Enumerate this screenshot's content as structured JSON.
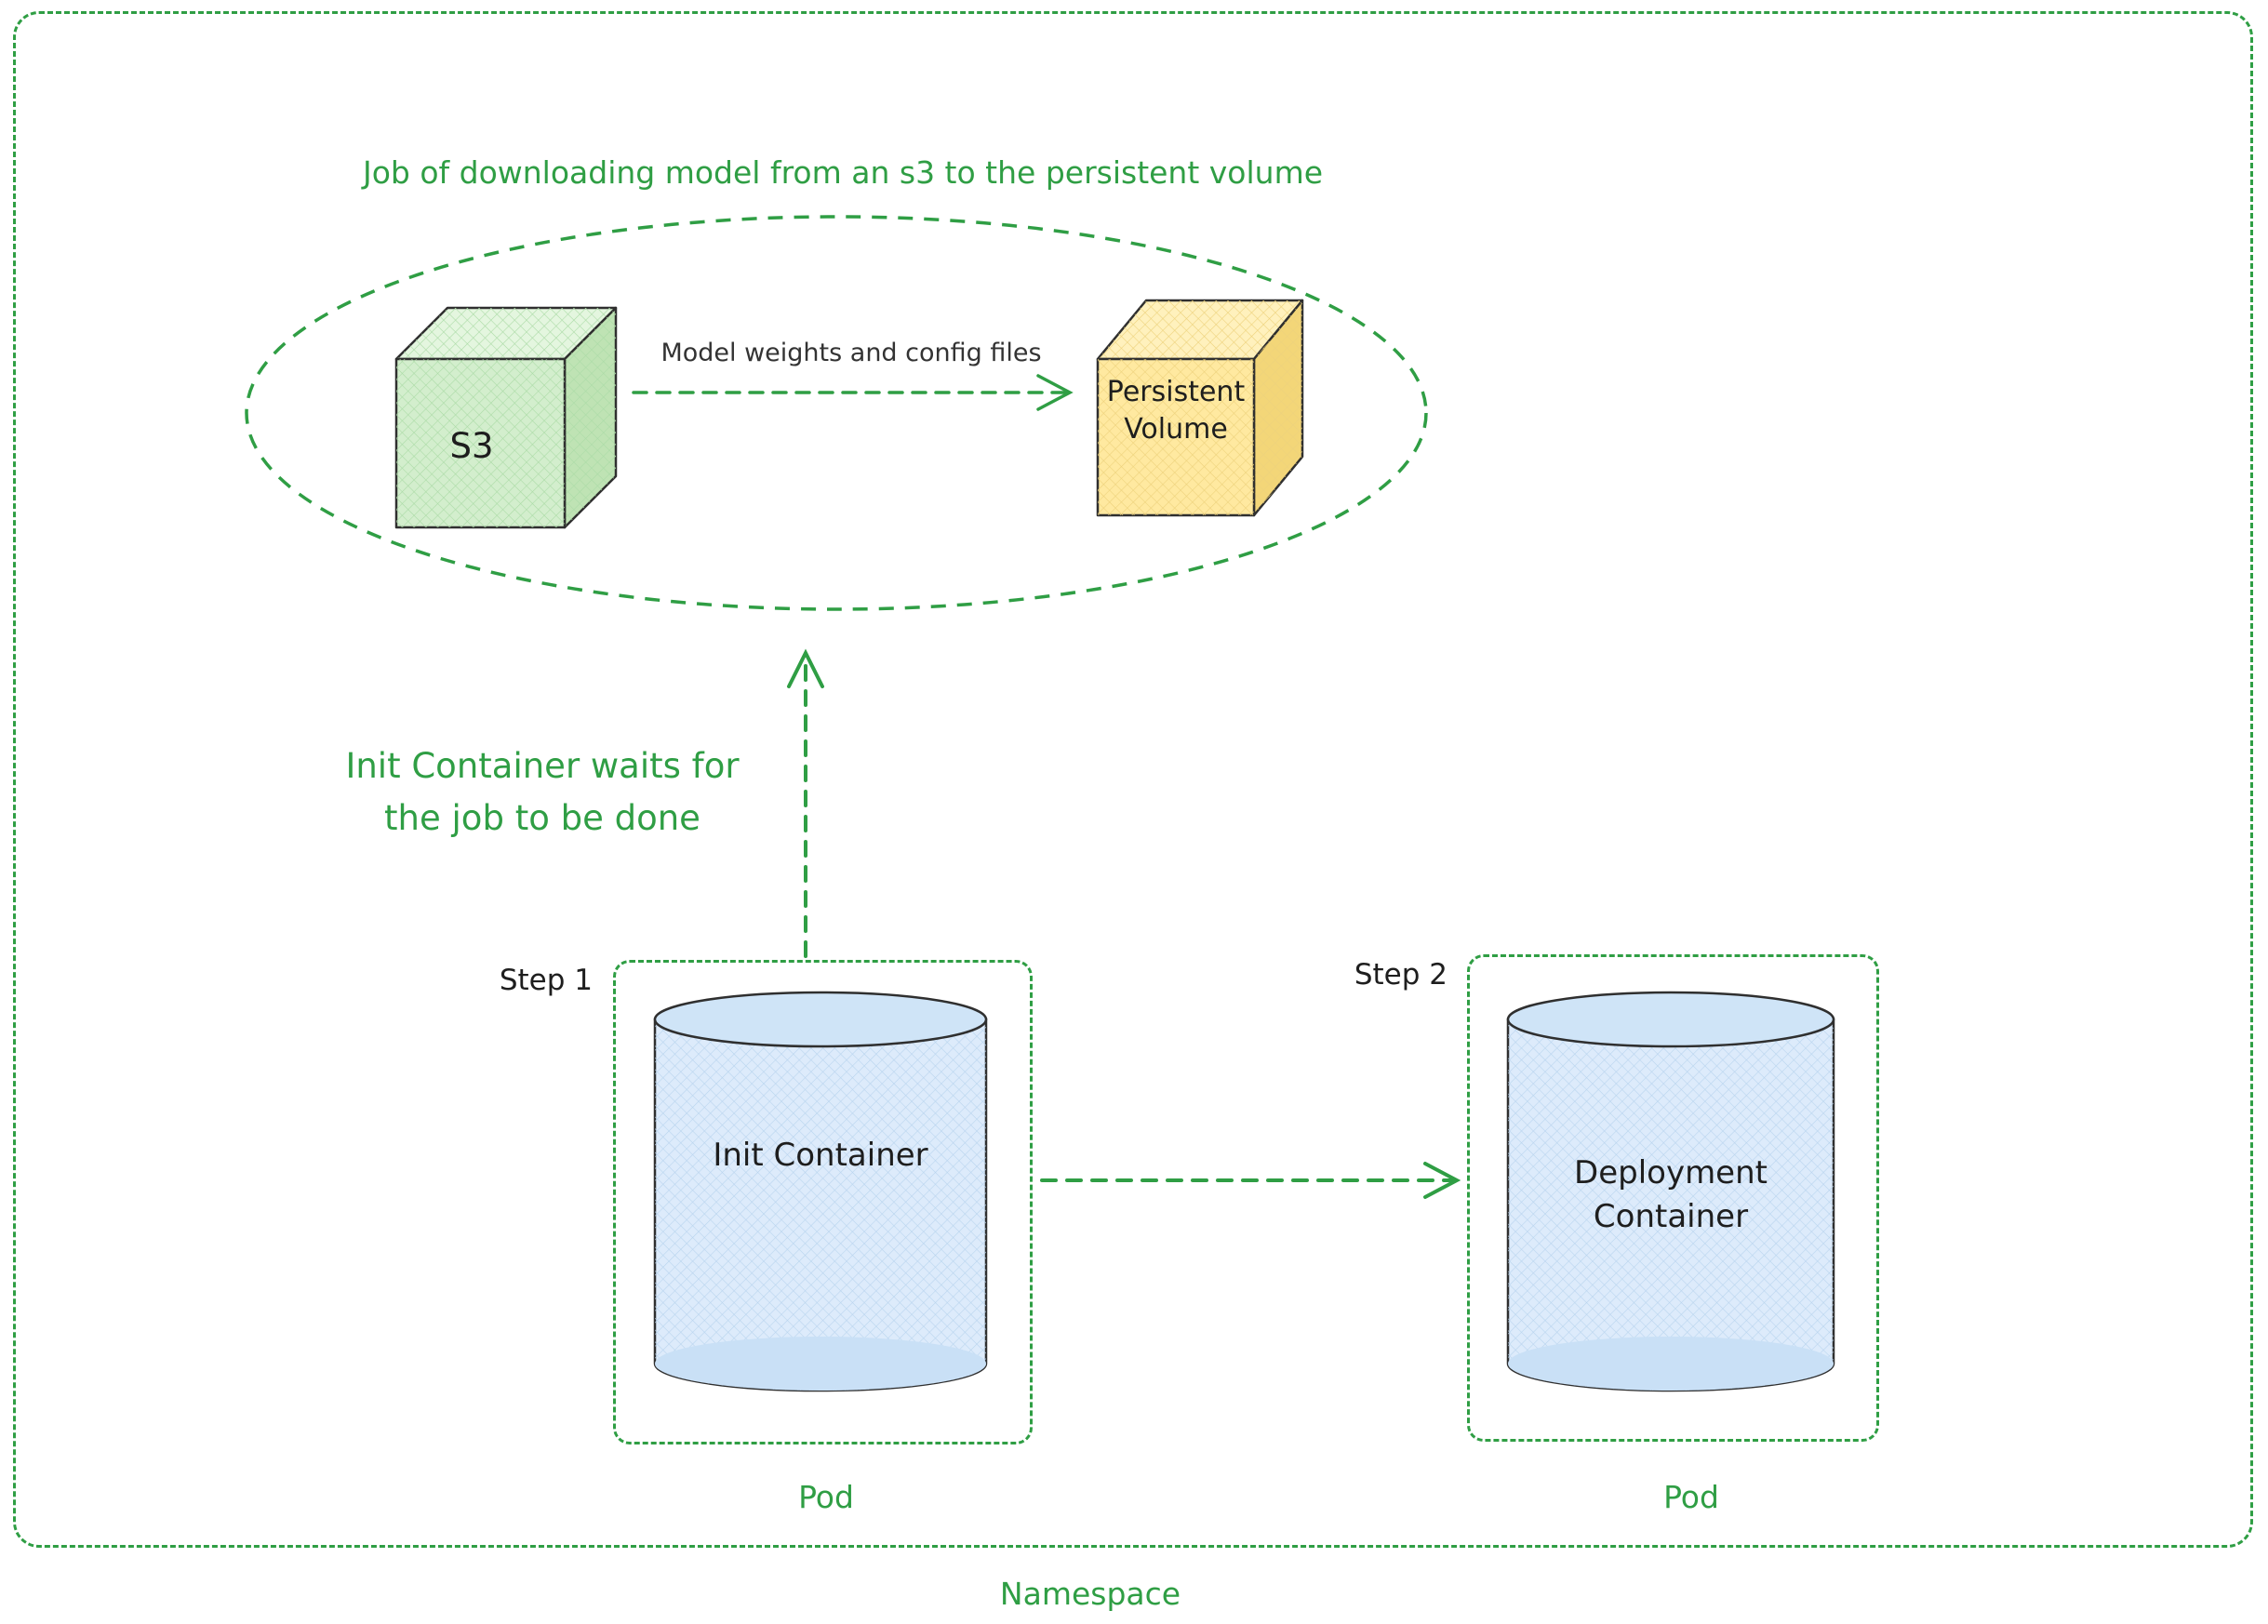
{
  "colors": {
    "accent_green": "#2f9e44",
    "text_dark": "#1e1e1e",
    "s3_cube_fill": "#d3eecd",
    "persistent_volume_fill": "#ffe9a0",
    "cylinder_fill": "#ddebfb"
  },
  "namespace": {
    "label": "Namespace"
  },
  "job": {
    "title": "Job of downloading model from an s3 to the persistent volume",
    "s3_label": "S3",
    "arrow_label": "Model weights and config files",
    "pv_label_line1": "Persistent",
    "pv_label_line2": "Volume"
  },
  "wait_note": {
    "line1": "Init Container waits for",
    "line2": "the job to be done"
  },
  "step1": {
    "label": "Step 1",
    "container_label": "Init Container",
    "pod_label": "Pod"
  },
  "step2": {
    "label": "Step 2",
    "container_label_line1": "Deployment",
    "container_label_line2": "Container",
    "pod_label": "Pod"
  }
}
